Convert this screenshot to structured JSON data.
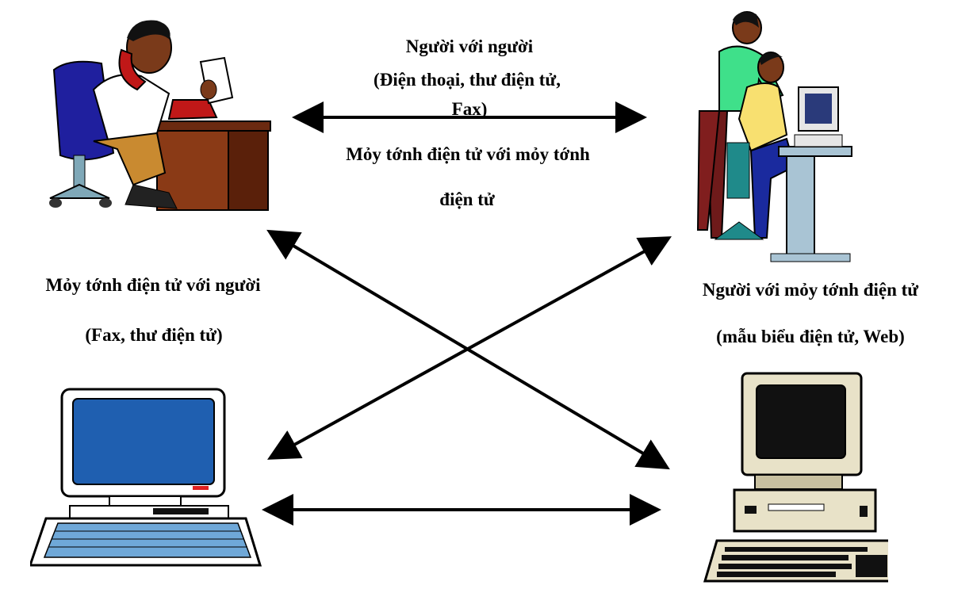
{
  "labels": {
    "top_line1": "Người với người",
    "top_line2": "(Điện thoại, thư điện tử,",
    "top_line3": "Fax)",
    "mid_line1": "Mỏy tớnh điện tử với mỏy tớnh",
    "mid_line2": "điện tử",
    "left_line1": "Mỏy tớnh điện tử với người",
    "left_line2": "(Fax, thư điện tử)",
    "right_line1": "Người với mỏy tớnh điện tử",
    "right_line2": "(mẫu biểu điện tử, Web)"
  },
  "clipart": [
    "man-on-phone",
    "two-people-at-computer",
    "laptop-computer",
    "desktop-computer"
  ],
  "colors": {
    "arrow": "#000000",
    "chair_blue": "#1f1f9e",
    "desk_brown": "#6b2a10",
    "phone_red": "#c01818",
    "screen_blue": "#1f5fb0",
    "pc_beige": "#e8e2c8"
  }
}
